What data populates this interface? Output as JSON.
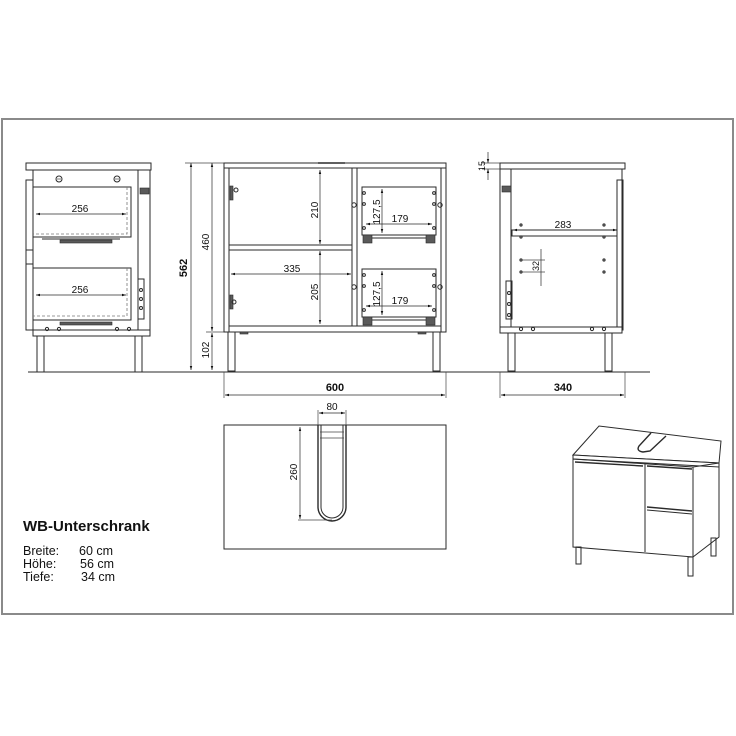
{
  "product": {
    "title": "WB-Unterschrank",
    "specs": [
      {
        "label": "Breite:",
        "value": "60 cm"
      },
      {
        "label": "Höhe:",
        "value": "56 cm"
      },
      {
        "label": "Tiefe:",
        "value": "34 cm"
      }
    ]
  },
  "side_view_left": {
    "drawer_widths": [
      "256",
      "256"
    ],
    "total_height": "562"
  },
  "front_view": {
    "total_height": "562",
    "body_height": "460",
    "leg_height": "102",
    "upper_compartment_height": "210",
    "lower_compartment_height": "205",
    "shelf_width": "335",
    "drawer_height": [
      "127,5",
      "127,5"
    ],
    "drawer_width": [
      "179",
      "179"
    ],
    "total_width": "600"
  },
  "side_view_right": {
    "top_thickness": "15",
    "shelf_depth": "283",
    "hole_spacing": "32",
    "total_depth": "340"
  },
  "top_view": {
    "cutout_width": "80",
    "cutout_depth": "260"
  },
  "colors": {
    "line": "#2a2a2a",
    "frame": "#8a8a8a",
    "background": "#ffffff"
  }
}
